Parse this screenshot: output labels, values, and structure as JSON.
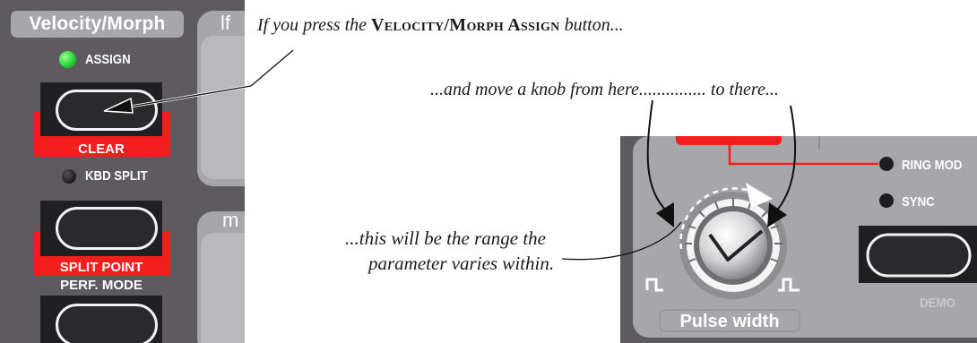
{
  "left_panel": {
    "header": "Velocity/Morph",
    "assign_label": "ASSIGN",
    "clear_label": "CLEAR",
    "kbd_split_label": "KBD SPLIT",
    "split_point_label": "SPLIT POINT",
    "perf_mode_label": "PERF. MODE",
    "sub_panel_top_label": "lf",
    "sub_panel_bottom_label": "m",
    "colors": {
      "panel": "#5d5b60",
      "header": "#a7a6aa",
      "red": "#f31f1f",
      "led_on": "#1fd02c"
    }
  },
  "annotations": {
    "line1_prefix": "If you press the",
    "line1_sc1": "Velocity",
    "line1_slash": "/",
    "line1_sc2": "Morph Assign",
    "line1_suffix": "button...",
    "line2": "...and move a knob from here............... to there...",
    "line3a": "...this will be the range the",
    "line3b": "parameter varies within."
  },
  "right_panel": {
    "ring_mod_label": "RING MOD",
    "sync_label": "SYNC",
    "demo_label": "DEMO",
    "pulse_width_label": "Pulse width",
    "icons": [
      "pulse-narrow-icon",
      "pulse-wide-icon"
    ]
  }
}
